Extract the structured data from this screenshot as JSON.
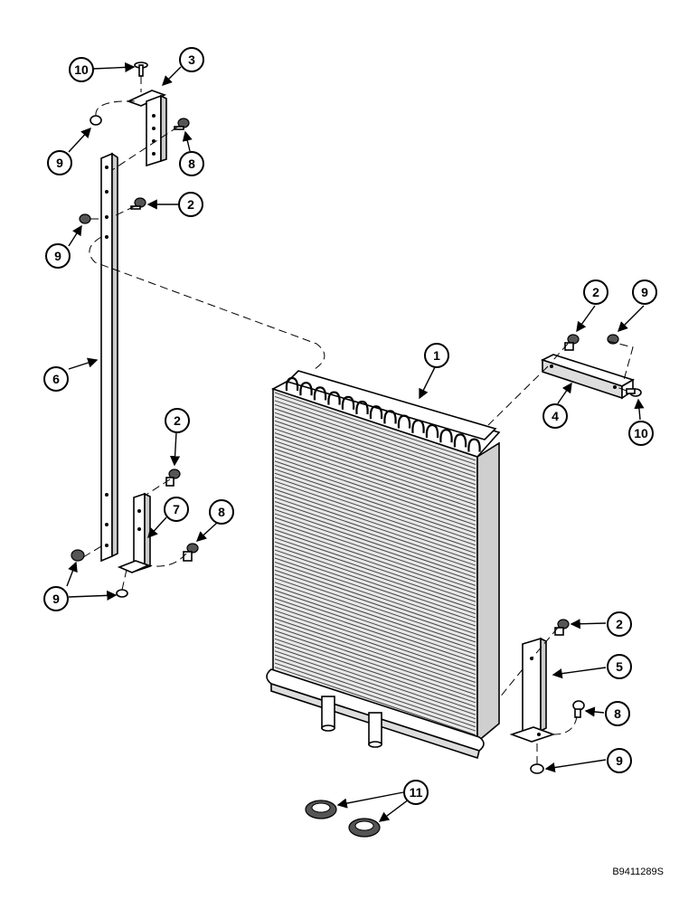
{
  "figure_id": "B9411289S",
  "callouts": {
    "c10_top": "10",
    "c3": "3",
    "c9_a": "9",
    "c8_a": "8",
    "c2_a": "2",
    "c9_b": "9",
    "c6": "6",
    "c2_b": "2",
    "c7": "7",
    "c8_b": "8",
    "c9_c": "9",
    "c1": "1",
    "c2_c": "2",
    "c9_d": "9",
    "c4": "4",
    "c10_right": "10",
    "c2_d": "2",
    "c5": "5",
    "c8_c": "8",
    "c9_e": "9",
    "c11": "11"
  }
}
